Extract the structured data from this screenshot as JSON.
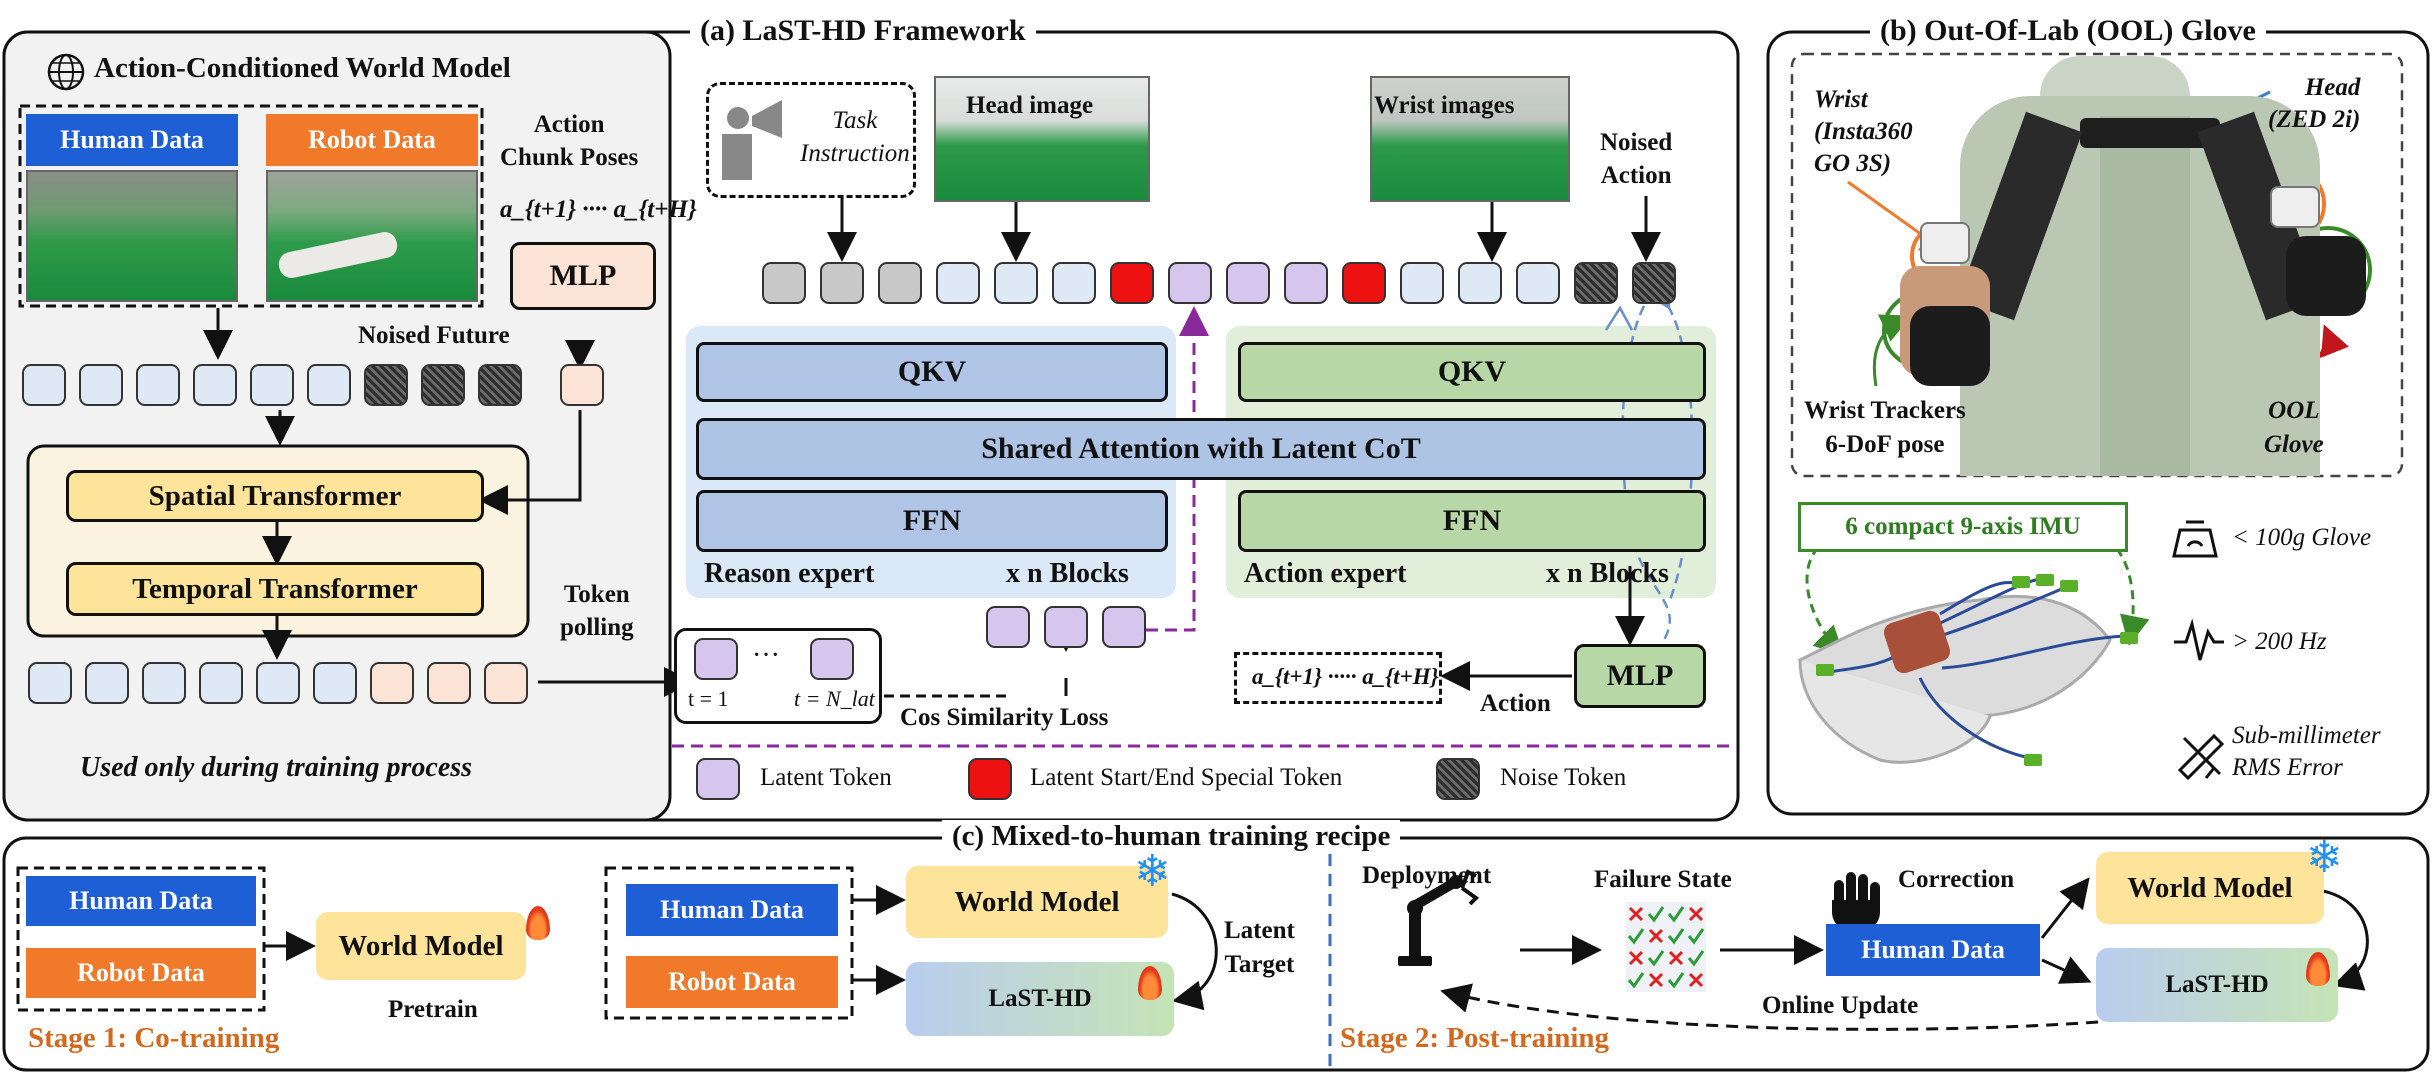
{
  "panel_a": {
    "title": "(a) LaST-HD Framework",
    "world_model": {
      "title": "Action-Conditioned World Model",
      "human_data": "Human Data",
      "robot_data": "Robot Data",
      "action_chunk_poses": "Action\nChunk Poses",
      "action_range": "a_{t+1} ···· a_{t+H}",
      "mlp": "MLP",
      "noised_future": "Noised Future",
      "spatial_transformer": "Spatial Transformer",
      "temporal_transformer": "Temporal Transformer",
      "token_polling": "Token\npolling",
      "caption": "Used only during training process"
    },
    "inputs": {
      "task_instruction": "Task\nInstruction",
      "head_image": "Head image",
      "wrist_images": "Wrist images",
      "noised_action": "Noised\nAction"
    },
    "reason_expert": {
      "qkv": "QKV",
      "ffn": "FFN",
      "label": "Reason expert",
      "blocks": "x n Blocks"
    },
    "action_expert": {
      "qkv": "QKV",
      "ffn": "FFN",
      "label": "Action expert",
      "blocks": "x n Blocks"
    },
    "shared_attention": "Shared Attention with Latent CoT",
    "latent_targets": {
      "dots": "···",
      "first": "t = 1",
      "last": "t = N_lat"
    },
    "cos_loss": "Cos Similarity Loss",
    "action_mlp": "MLP",
    "action_label": "Action",
    "action_output": "a_{t+1} ····· a_{t+H}",
    "legend": {
      "latent_token": "Latent Token",
      "special_token": "Latent Start/End Special Token",
      "noise_token": "Noise Token"
    },
    "token_row": [
      "gray",
      "gray",
      "gray",
      "blue",
      "blue",
      "blue",
      "red",
      "purple",
      "purple",
      "purple",
      "red",
      "blue",
      "blue",
      "blue",
      "noise",
      "noise"
    ]
  },
  "panel_b": {
    "title": "(b) Out-Of-Lab (OOL) Glove",
    "wrist_cam": "Wrist\n(Insta360\nGO 3S)",
    "head_cam": "Head\n(ZED 2i)",
    "wrist_trackers": "Wrist Trackers\n6-DoF pose",
    "ool_glove": "OOL\nGlove",
    "imu": "6 compact 9-axis IMU",
    "spec_weight": "< 100g Glove",
    "spec_freq": "> 200 Hz",
    "spec_error": "Sub-millimeter\nRMS Error"
  },
  "panel_c": {
    "title": "(c) Mixed-to-human training recipe",
    "stage1": {
      "human_data": "Human Data",
      "robot_data": "Robot Data",
      "world_model": "World Model",
      "pretrain": "Pretrain",
      "label": "Stage 1: Co-training"
    },
    "middle": {
      "human_data": "Human Data",
      "robot_data": "Robot Data",
      "world_model": "World Model",
      "last_hd": "LaST-HD",
      "latent_target": "Latent\nTarget"
    },
    "stage2": {
      "deployment": "Deployment",
      "failure_state": "Failure State",
      "correction": "Correction",
      "human_data": "Human Data",
      "world_model": "World Model",
      "last_hd": "LaST-HD",
      "online_update": "Online Update",
      "label": "Stage 2: Post-training"
    }
  },
  "colors": {
    "human_blue": "#1f5fd6",
    "robot_orange": "#f07a2a",
    "reason_bg": "#dbe8f7",
    "action_bg": "#e1eed9",
    "block_blue": "#b0c4e6",
    "block_green": "#b8d7a6",
    "world_yellow": "#fde49a",
    "stage_orange": "#d2691e",
    "dashed_purple": "#8a2a9a"
  }
}
